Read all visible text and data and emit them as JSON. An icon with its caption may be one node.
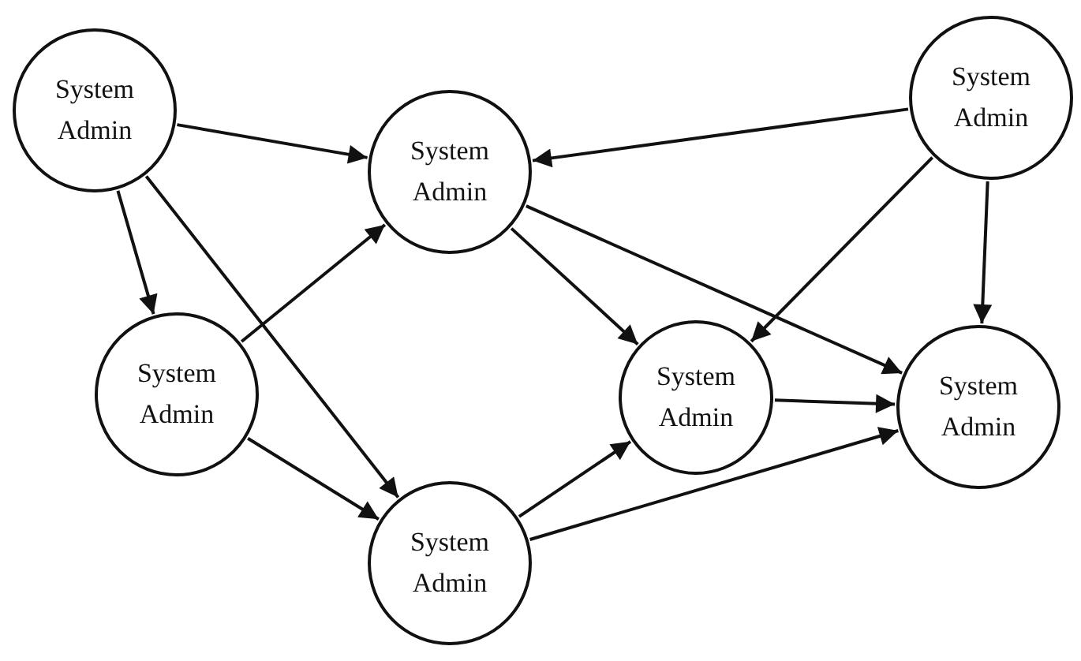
{
  "diagram": {
    "nodes": [
      {
        "text": [
          "System Admin"
        ]
      },
      {
        "text": [
          "System Admin"
        ]
      },
      {
        "text": [
          "System Admin"
        ]
      },
      {
        "text": [
          "System Admin"
        ]
      },
      {
        "text": [
          "System Admin"
        ]
      },
      {
        "text": [
          "System Admin"
        ]
      },
      {
        "text": [
          "System Admin"
        ]
      }
    ],
    "edges": [
      {
        "from": 0,
        "to": 1,
        "arrow": "to"
      },
      {
        "from": 0,
        "to": 3,
        "arrow": "to"
      },
      {
        "from": 0,
        "to": 6,
        "arrow": "to"
      },
      {
        "from": 2,
        "to": 1,
        "arrow": "to"
      },
      {
        "from": 2,
        "to": 4,
        "arrow": "to"
      },
      {
        "from": 2,
        "to": 5,
        "arrow": "to"
      },
      {
        "from": 3,
        "to": 1,
        "arrow": "to"
      },
      {
        "from": 3,
        "to": 6,
        "arrow": "to"
      },
      {
        "from": 1,
        "to": 4,
        "arrow": "to"
      },
      {
        "from": 1,
        "to": 5,
        "arrow": "to"
      },
      {
        "from": 4,
        "to": 5,
        "arrow": "to"
      },
      {
        "from": 6,
        "to": 4,
        "arrow": "to"
      },
      {
        "from": 6,
        "to": 5,
        "arrow": "to"
      }
    ]
  }
}
